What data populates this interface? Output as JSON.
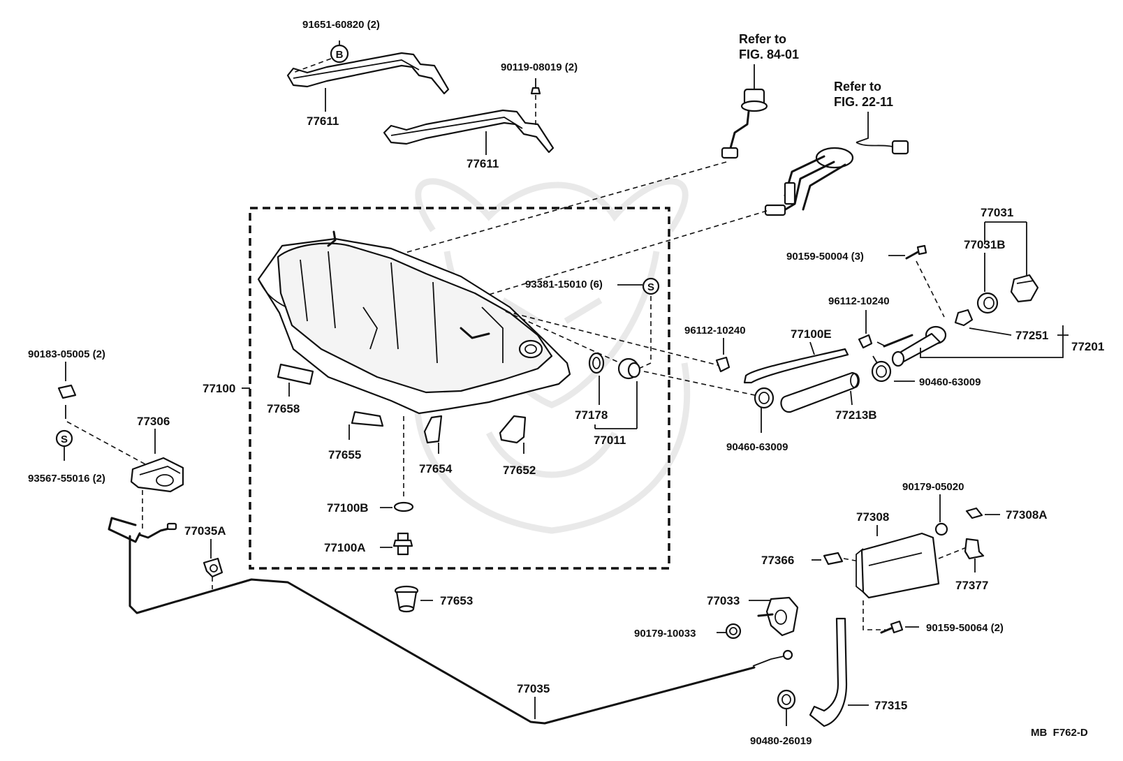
{
  "diagram": {
    "watermark": "samurai-helmet-watermark",
    "footer_code": "MB  F762-D",
    "parts": {
      "bolt_b": "91651-60820 (2)",
      "bolt_b_mark": "B",
      "band_upper": "77611",
      "band_lower": "77611",
      "nut_band": "90119-08019 (2)",
      "gauge_ref_line1": "Refer to",
      "gauge_ref_line2": "FIG. 84-01",
      "pump_ref_line1": "Refer to",
      "pump_ref_line2": "FIG. 22-11",
      "tank_assy": "77100",
      "screw_s": "93381-15010 (6)",
      "screw_s_mark": "S",
      "cushion_77658": "77658",
      "cushion_77655": "77655",
      "cushion_77654": "77654",
      "cushion_77652": "77652",
      "grommet_77178": "77178",
      "grommet_77011": "77011",
      "gasket_77100b": "77100B",
      "plug_77100a": "77100A",
      "plug_77653": "77653",
      "clip_left": "90183-05005 (2)",
      "screw_left_mark": "S",
      "screw_left": "93567-55016 (2)",
      "lever_77306": "77306",
      "clamp_77035a": "77035A",
      "cable_77035": "77035",
      "cap_77031": "77031",
      "gasket_77031b": "77031B",
      "bolt_3": "90159-50004 (3)",
      "clip_hose_upper": "96112-10240",
      "clip_hose_left": "96112-10240",
      "hose_77100e": "77100E",
      "ring_77251": "77251",
      "pipe_77201": "77201",
      "clamp_hose_right": "90460-63009",
      "hose_77213b": "77213B",
      "clamp_hose_left": "90460-63009",
      "nut_77308": "90179-05020",
      "lid_77308": "77308",
      "spring_77308a": "77308A",
      "hinge_77377": "77377",
      "latch_77366": "77366",
      "opener_77033": "77033",
      "nut_opener": "90179-10033",
      "bolt_lid": "90159-50064 (2)",
      "hose_77315": "77315",
      "grommet_bottom": "90480-26019"
    }
  }
}
